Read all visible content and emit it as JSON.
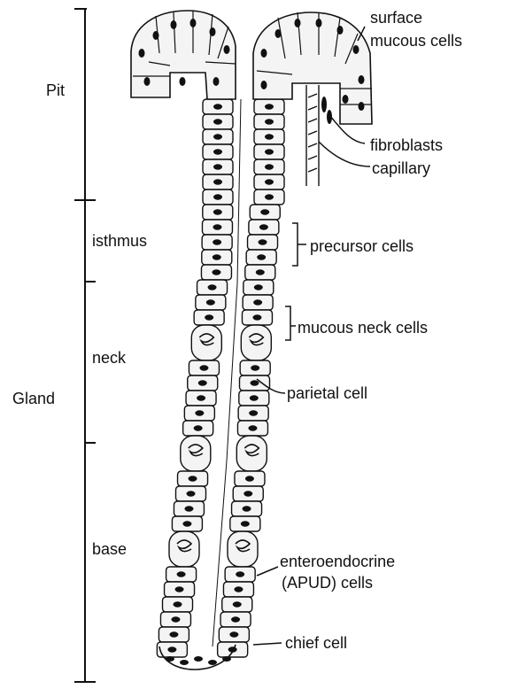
{
  "diagram": {
    "left_scale": {
      "pit": "Pit",
      "gland": "Gland",
      "isthmus": "isthmus",
      "neck": "neck",
      "base": "base"
    },
    "right_labels": {
      "surface_mucous_1": "surface",
      "surface_mucous_2": "mucous cells",
      "fibroblasts": "fibroblasts",
      "capillary": "capillary",
      "precursor": "precursor  cells",
      "mucous_neck": "mucous neck cells",
      "parietal": "parietal cell",
      "entero_1": "enteroendocrine",
      "entero_2": "(APUD) cells",
      "chief": "chief cell"
    },
    "colors": {
      "ink": "#111111",
      "cell_fill": "#f4f4f4",
      "stipple": "#9a9a9a"
    }
  }
}
